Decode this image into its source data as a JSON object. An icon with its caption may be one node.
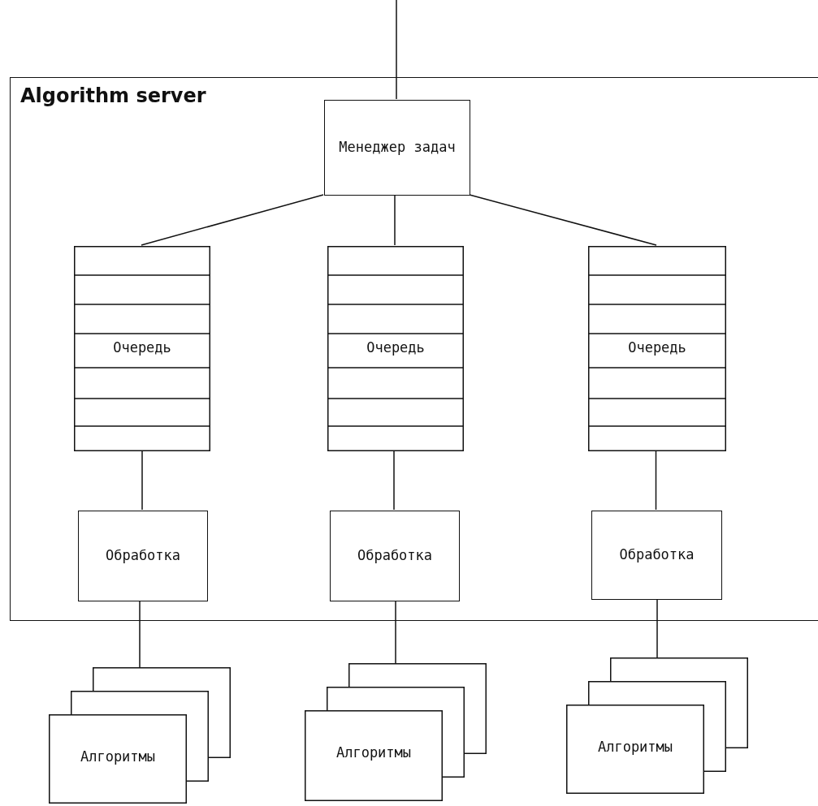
{
  "diagram": {
    "nodes": [
      {
        "text": [
          "Algorithm server"
        ]
      },
      {
        "text": [
          "Менеджер задач"
        ],
        "in": 0
      },
      {
        "text": [
          "Очередь"
        ],
        "in": 0
      },
      {
        "text": [
          "Очередь"
        ],
        "in": 0
      },
      {
        "text": [
          "Очередь"
        ],
        "in": 0
      },
      {
        "text": [
          "Обработка"
        ],
        "in": 0
      },
      {
        "text": [
          "Обработка"
        ],
        "in": 0
      },
      {
        "text": [
          "Обработка"
        ],
        "in": 0
      },
      {
        "text": [
          "Алгоритмы"
        ]
      },
      {
        "text": [
          "Алгоритмы"
        ]
      },
      {
        "text": [
          "Алгоритмы"
        ]
      }
    ],
    "edges": [
      {
        "from": null,
        "to": 1,
        "arrow": "none"
      },
      {
        "from": 1,
        "to": 2,
        "arrow": "none"
      },
      {
        "from": 1,
        "to": 3,
        "arrow": "none"
      },
      {
        "from": 1,
        "to": 4,
        "arrow": "none"
      },
      {
        "from": 2,
        "to": 5,
        "arrow": "none"
      },
      {
        "from": 3,
        "to": 6,
        "arrow": "none"
      },
      {
        "from": 4,
        "to": 7,
        "arrow": "none"
      },
      {
        "from": 5,
        "to": 8,
        "arrow": "none"
      },
      {
        "from": 6,
        "to": 9,
        "arrow": "none"
      },
      {
        "from": 7,
        "to": 10,
        "arrow": "none"
      }
    ]
  }
}
